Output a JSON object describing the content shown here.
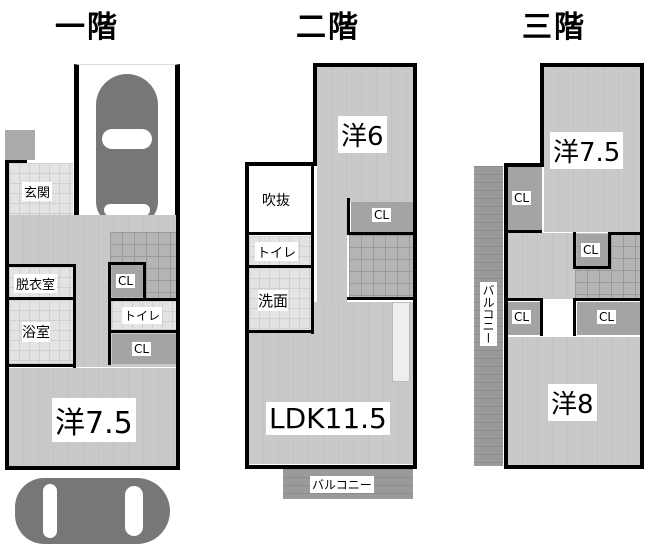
{
  "floors": [
    {
      "title": "一階",
      "rooms": {
        "entrance": "玄関",
        "dressing": "脱衣室",
        "bath": "浴室",
        "closet1": "CL",
        "toilet": "トイレ",
        "closet2": "CL",
        "western": "洋7.5"
      }
    },
    {
      "title": "二階",
      "rooms": {
        "western": "洋6",
        "void": "吹抜",
        "closet": "CL",
        "toilet": "トイレ",
        "washroom": "洗面",
        "ldk": "LDK11.5",
        "balcony": "バルコニー"
      }
    },
    {
      "title": "三階",
      "rooms": {
        "western1": "洋7.5",
        "closet1": "CL",
        "closet2": "CL",
        "closet3": "CL",
        "closet4": "CL",
        "western2": "洋8",
        "balcony": "バルコニー"
      }
    }
  ]
}
